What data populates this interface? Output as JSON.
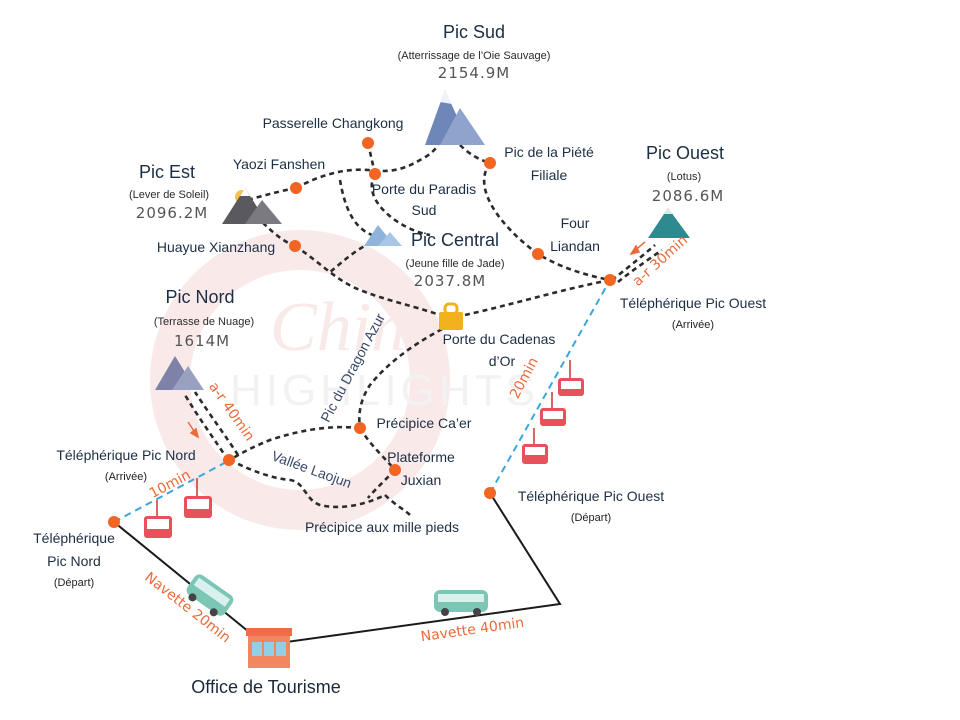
{
  "peaks": {
    "south": {
      "name": "Pic Sud",
      "sub": "(Atterrissage de l’Oie Sauvage)",
      "alt": "2154.9M"
    },
    "east": {
      "name": "Pic Est",
      "sub": "(Lever de Soleil)",
      "alt": "2096.2M"
    },
    "west": {
      "name": "Pic Ouest",
      "sub": "(Lotus)",
      "alt": "2086.6M"
    },
    "central": {
      "name": "Pic Central",
      "sub": "(Jeune fille de Jade)",
      "alt": "2037.8M"
    },
    "north": {
      "name": "Pic Nord",
      "sub": "(Terrasse de Nuage)",
      "alt": "1614M"
    }
  },
  "places": {
    "changkong": "Passerelle Changkong",
    "yaozi": "Yaozi Fanshen",
    "paradis_1": "Porte du Paradis",
    "paradis_2": "Sud",
    "piete_1": "Pic de la Piété",
    "piete_2": "Filiale",
    "four_1": "Four",
    "four_2": "Liandan",
    "huayue": "Huayue Xianzhang",
    "cadenas_1": "Porte du Cadenas",
    "cadenas_2": "d’Or",
    "dragon": "Pic du Dragon Azur",
    "caer": "Précipice Ca’er",
    "juxian_1": "Plateforme",
    "juxian_2": "Juxian",
    "laojun": "Vallée Laojun",
    "mille": "Précipice aux mille pieds",
    "tourism": "Office de Tourisme"
  },
  "cableways": {
    "west_top": {
      "name": "Téléphérique Pic Ouest",
      "sub": "(Arrivée)"
    },
    "west_bottom": {
      "name": "Téléphérique Pic Ouest",
      "sub": "(Départ)"
    },
    "north_top": {
      "name": "Téléphérique Pic Nord",
      "sub": "(Arrivée)"
    },
    "north_bottom_1": "Téléphérique",
    "north_bottom_2": "Pic Nord",
    "north_bottom_sub": "(Départ)"
  },
  "durations": {
    "west_walk": "a-r 30min",
    "west_cable": "20min",
    "north_walk": "a-r 40min",
    "north_cable": "10min",
    "shuttle_north": "Navette 20min",
    "shuttle_west": "Navette 40min"
  },
  "watermark": "China HIGHLIGHTS",
  "colors": {
    "trail": "#2b2b2b",
    "cable": "#3aa7dc",
    "marker": "#f26522",
    "label_orange": "#ea6a3a",
    "peak_blue": "#6f86b8",
    "peak_teal": "#2f8a8f"
  }
}
